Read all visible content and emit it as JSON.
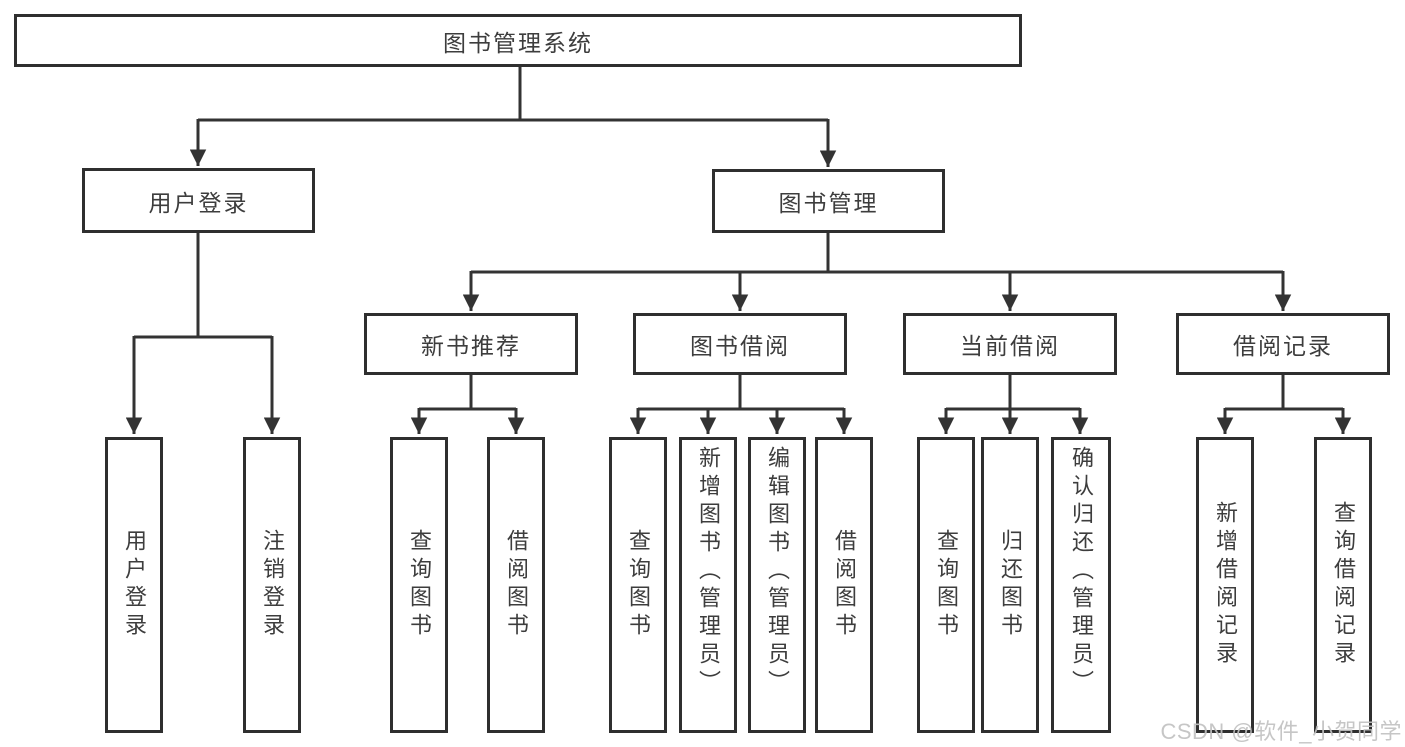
{
  "colors": {
    "line": "#333333",
    "border": "#2f2f2f",
    "text": "#3d3d3d",
    "background": "#ffffff",
    "watermark": "#c1c1c1"
  },
  "watermark": {
    "text": "CSDN @软件_小贺同学"
  },
  "tree": {
    "root": {
      "label": "图书管理系统",
      "children": [
        {
          "label": "用户登录",
          "children": [
            {
              "label": "用户登录"
            },
            {
              "label": "注销登录"
            }
          ]
        },
        {
          "label": "图书管理",
          "children": [
            {
              "label": "新书推荐",
              "children": [
                {
                  "label": "查询图书"
                },
                {
                  "label": "借阅图书"
                }
              ]
            },
            {
              "label": "图书借阅",
              "children": [
                {
                  "label": "查询图书"
                },
                {
                  "label": "新增图书（管理员）"
                },
                {
                  "label": "编辑图书（管理员）"
                },
                {
                  "label": "借阅图书"
                }
              ]
            },
            {
              "label": "当前借阅",
              "children": [
                {
                  "label": "查询图书"
                },
                {
                  "label": "归还图书"
                },
                {
                  "label": "确认归还（管理员）"
                }
              ]
            },
            {
              "label": "借阅记录",
              "children": [
                {
                  "label": "新增借阅记录"
                },
                {
                  "label": "查询借阅记录"
                }
              ]
            }
          ]
        }
      ]
    }
  }
}
